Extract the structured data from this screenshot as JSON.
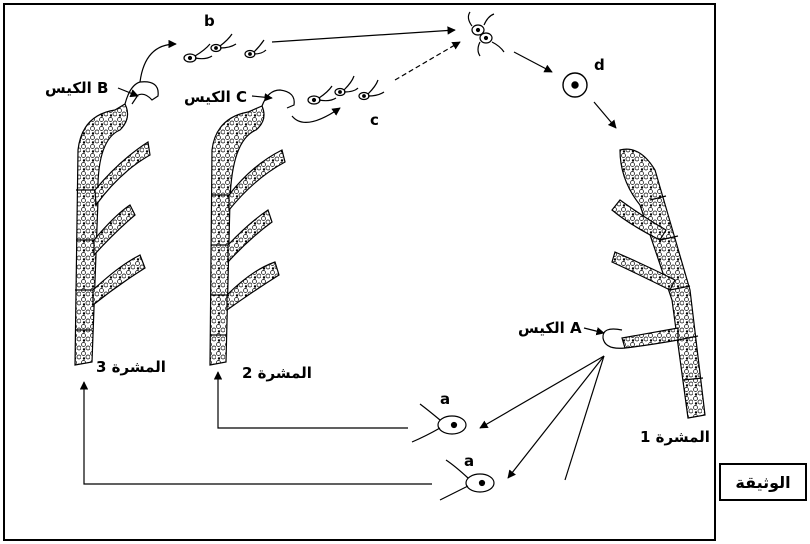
{
  "labels": {
    "sac_b": "الكيس B",
    "sac_c": "الكيس C",
    "sac_a": "الكيس A",
    "filament_1": "المشرة 1",
    "filament_2": "المشرة 2",
    "filament_3": "المشرة 3",
    "letter_a_upper": "a",
    "letter_a_lower": "a",
    "letter_b": "b",
    "letter_c": "c",
    "letter_d": "d"
  },
  "document_label": "الوثيقة",
  "colors": {
    "ink": "#000000",
    "background": "#ffffff"
  }
}
